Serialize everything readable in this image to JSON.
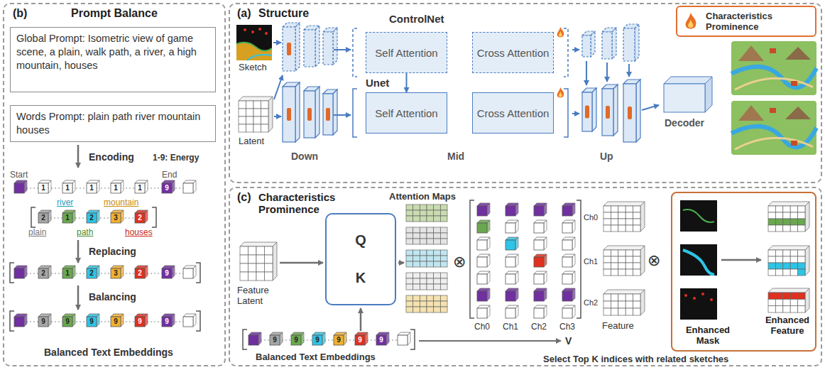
{
  "diagram": {
    "nodes": [
      {
        "text": [
          "(b)",
          "Prompt Balance"
        ]
      },
      {
        "text": [
          "Global Prompt: Isometric view of game scene, a plain, walk path, a river, a high mountain, houses"
        ],
        "in": 0
      },
      {
        "text": [
          "Words Prompt: plain path river mountain houses"
        ],
        "in": 0
      },
      {
        "text": [
          "(a)",
          "Structure"
        ]
      },
      {
        "text": [
          "Self Attention"
        ],
        "in": 3
      },
      {
        "text": [
          "Cross Attention"
        ],
        "in": 3
      },
      {
        "text": [
          "Self Attention"
        ],
        "in": 3
      },
      {
        "text": [
          "Cross Attention"
        ],
        "in": 3
      },
      {
        "text": [
          "(c)",
          "Characteristics Prominence"
        ]
      },
      {
        "text": [
          "Q",
          "K"
        ],
        "in": 8
      },
      {
        "text": [
          "Enhanced Mask",
          "Enhanced Feature"
        ],
        "in": 8
      }
    ],
    "edges": [
      {
        "from": 4,
        "to": 6,
        "arrow": "to"
      }
    ],
    "labels": [
      "Encoding",
      "1-9: Energy",
      "Start",
      "End",
      "river",
      "mountain",
      "plain",
      "path",
      "houses",
      "Replacing",
      "Balancing",
      "Balanced Text Embeddings",
      "ControlNet",
      "Unet",
      "Sketch",
      "Latent",
      "Down",
      "Mid",
      "Up",
      "Decoder",
      "Feature Latent",
      "Attention Maps",
      "⊗",
      "Ch0",
      "Ch1",
      "Ch2",
      "Ch3",
      "Ch0",
      "Ch1",
      "Ch2",
      "Feature",
      "⊗",
      "V",
      "Balanced Text Embeddings",
      "Select Top K indices with related sketches",
      "1",
      "1",
      "1",
      "1",
      "1",
      "9",
      "2",
      "1",
      "2",
      "3",
      "2",
      "2",
      "1",
      "2",
      "3",
      "2",
      "9",
      "9",
      "9",
      "9",
      "9",
      "9",
      "9",
      "9",
      "9",
      "9",
      "9",
      "9",
      "9"
    ],
    "legend": [
      {
        "text": "Characteristics Prominence"
      }
    ]
  }
}
